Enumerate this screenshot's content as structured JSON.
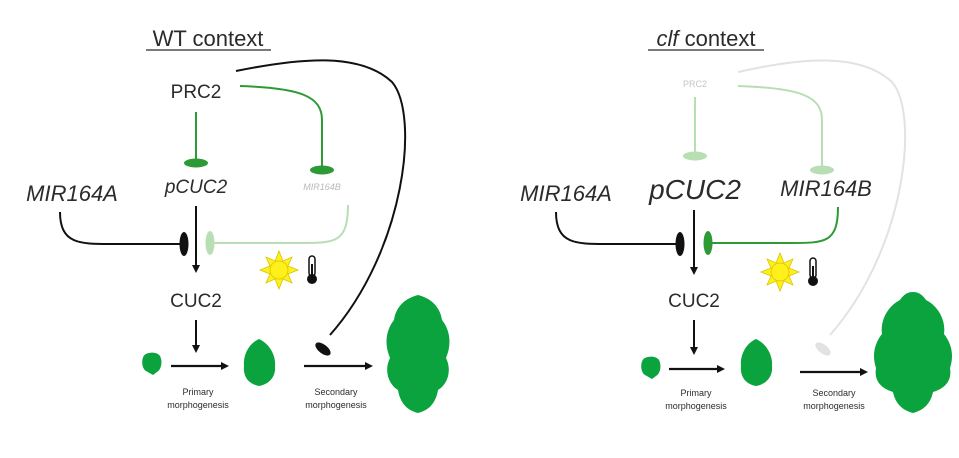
{
  "colors": {
    "black": "#111111",
    "green": "#2e9a35",
    "green_light": "#b8dfb4",
    "grey_light": "#e2e2e2",
    "leaf_green": "#0aa33e",
    "sun": "#ffef1a",
    "text": "#2b2b2b"
  },
  "icons": [
    "sun-icon",
    "thermometer-icon",
    "leaf-icon"
  ],
  "left_panel": {
    "title": "WT context",
    "prc2": "PRC2",
    "pcuc2": "pCUC2",
    "mir164b": "MIR164B",
    "mir164a": "MIR164A",
    "cuc2": "CUC2",
    "primary_1": "Primary",
    "primary_2": "morphogenesis",
    "secondary_1": "Secondary",
    "secondary_2": "morphogenesis"
  },
  "right_panel": {
    "title_italic": "clf",
    "title_rest": " context",
    "prc2": "PRC2",
    "pcuc2": "pCUC2",
    "mir164b": "MIR164B",
    "mir164a": "MIR164A",
    "cuc2": "CUC2",
    "primary_1": "Primary",
    "primary_2": "morphogenesis",
    "secondary_1": "Secondary",
    "secondary_2": "morphogenesis"
  }
}
